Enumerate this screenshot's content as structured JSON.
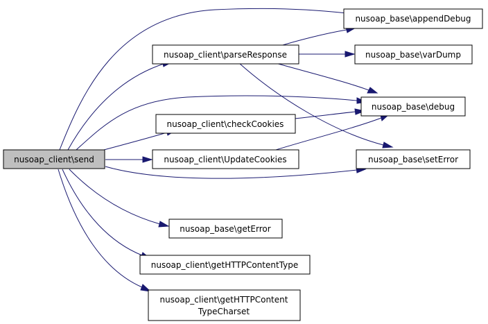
{
  "colors": {
    "edge": "#191970",
    "root_fill": "#bfbfbf",
    "node_fill": "#ffffff",
    "node_border": "#000000"
  },
  "nodes": {
    "send": {
      "lines": [
        "nusoap_client\\send"
      ]
    },
    "parseResponse": {
      "lines": [
        "nusoap_client\\parseResponse"
      ]
    },
    "checkCookies": {
      "lines": [
        "nusoap_client\\checkCookies"
      ]
    },
    "updateCookies": {
      "lines": [
        "nusoap_client\\UpdateCookies"
      ]
    },
    "getError": {
      "lines": [
        "nusoap_base\\getError"
      ]
    },
    "getHTTPContentType": {
      "lines": [
        "nusoap_client\\getHTTPContentType"
      ]
    },
    "getHTTPContentTypeCharset": {
      "lines": [
        "nusoap_client\\getHTTPContent",
        "TypeCharset"
      ]
    },
    "appendDebug": {
      "lines": [
        "nusoap_base\\appendDebug"
      ]
    },
    "varDump": {
      "lines": [
        "nusoap_base\\varDump"
      ]
    },
    "debug": {
      "lines": [
        "nusoap_base\\debug"
      ]
    },
    "setError": {
      "lines": [
        "nusoap_base\\setError"
      ]
    }
  },
  "edges": [
    {
      "from": "send",
      "to": "appendDebug"
    },
    {
      "from": "send",
      "to": "parseResponse"
    },
    {
      "from": "send",
      "to": "debug"
    },
    {
      "from": "send",
      "to": "checkCookies"
    },
    {
      "from": "send",
      "to": "updateCookies"
    },
    {
      "from": "send",
      "to": "setError"
    },
    {
      "from": "send",
      "to": "getError"
    },
    {
      "from": "send",
      "to": "getHTTPContentType"
    },
    {
      "from": "send",
      "to": "getHTTPContentTypeCharset"
    },
    {
      "from": "parseResponse",
      "to": "appendDebug"
    },
    {
      "from": "parseResponse",
      "to": "varDump"
    },
    {
      "from": "parseResponse",
      "to": "debug"
    },
    {
      "from": "parseResponse",
      "to": "setError"
    },
    {
      "from": "checkCookies",
      "to": "debug"
    },
    {
      "from": "updateCookies",
      "to": "debug"
    }
  ]
}
